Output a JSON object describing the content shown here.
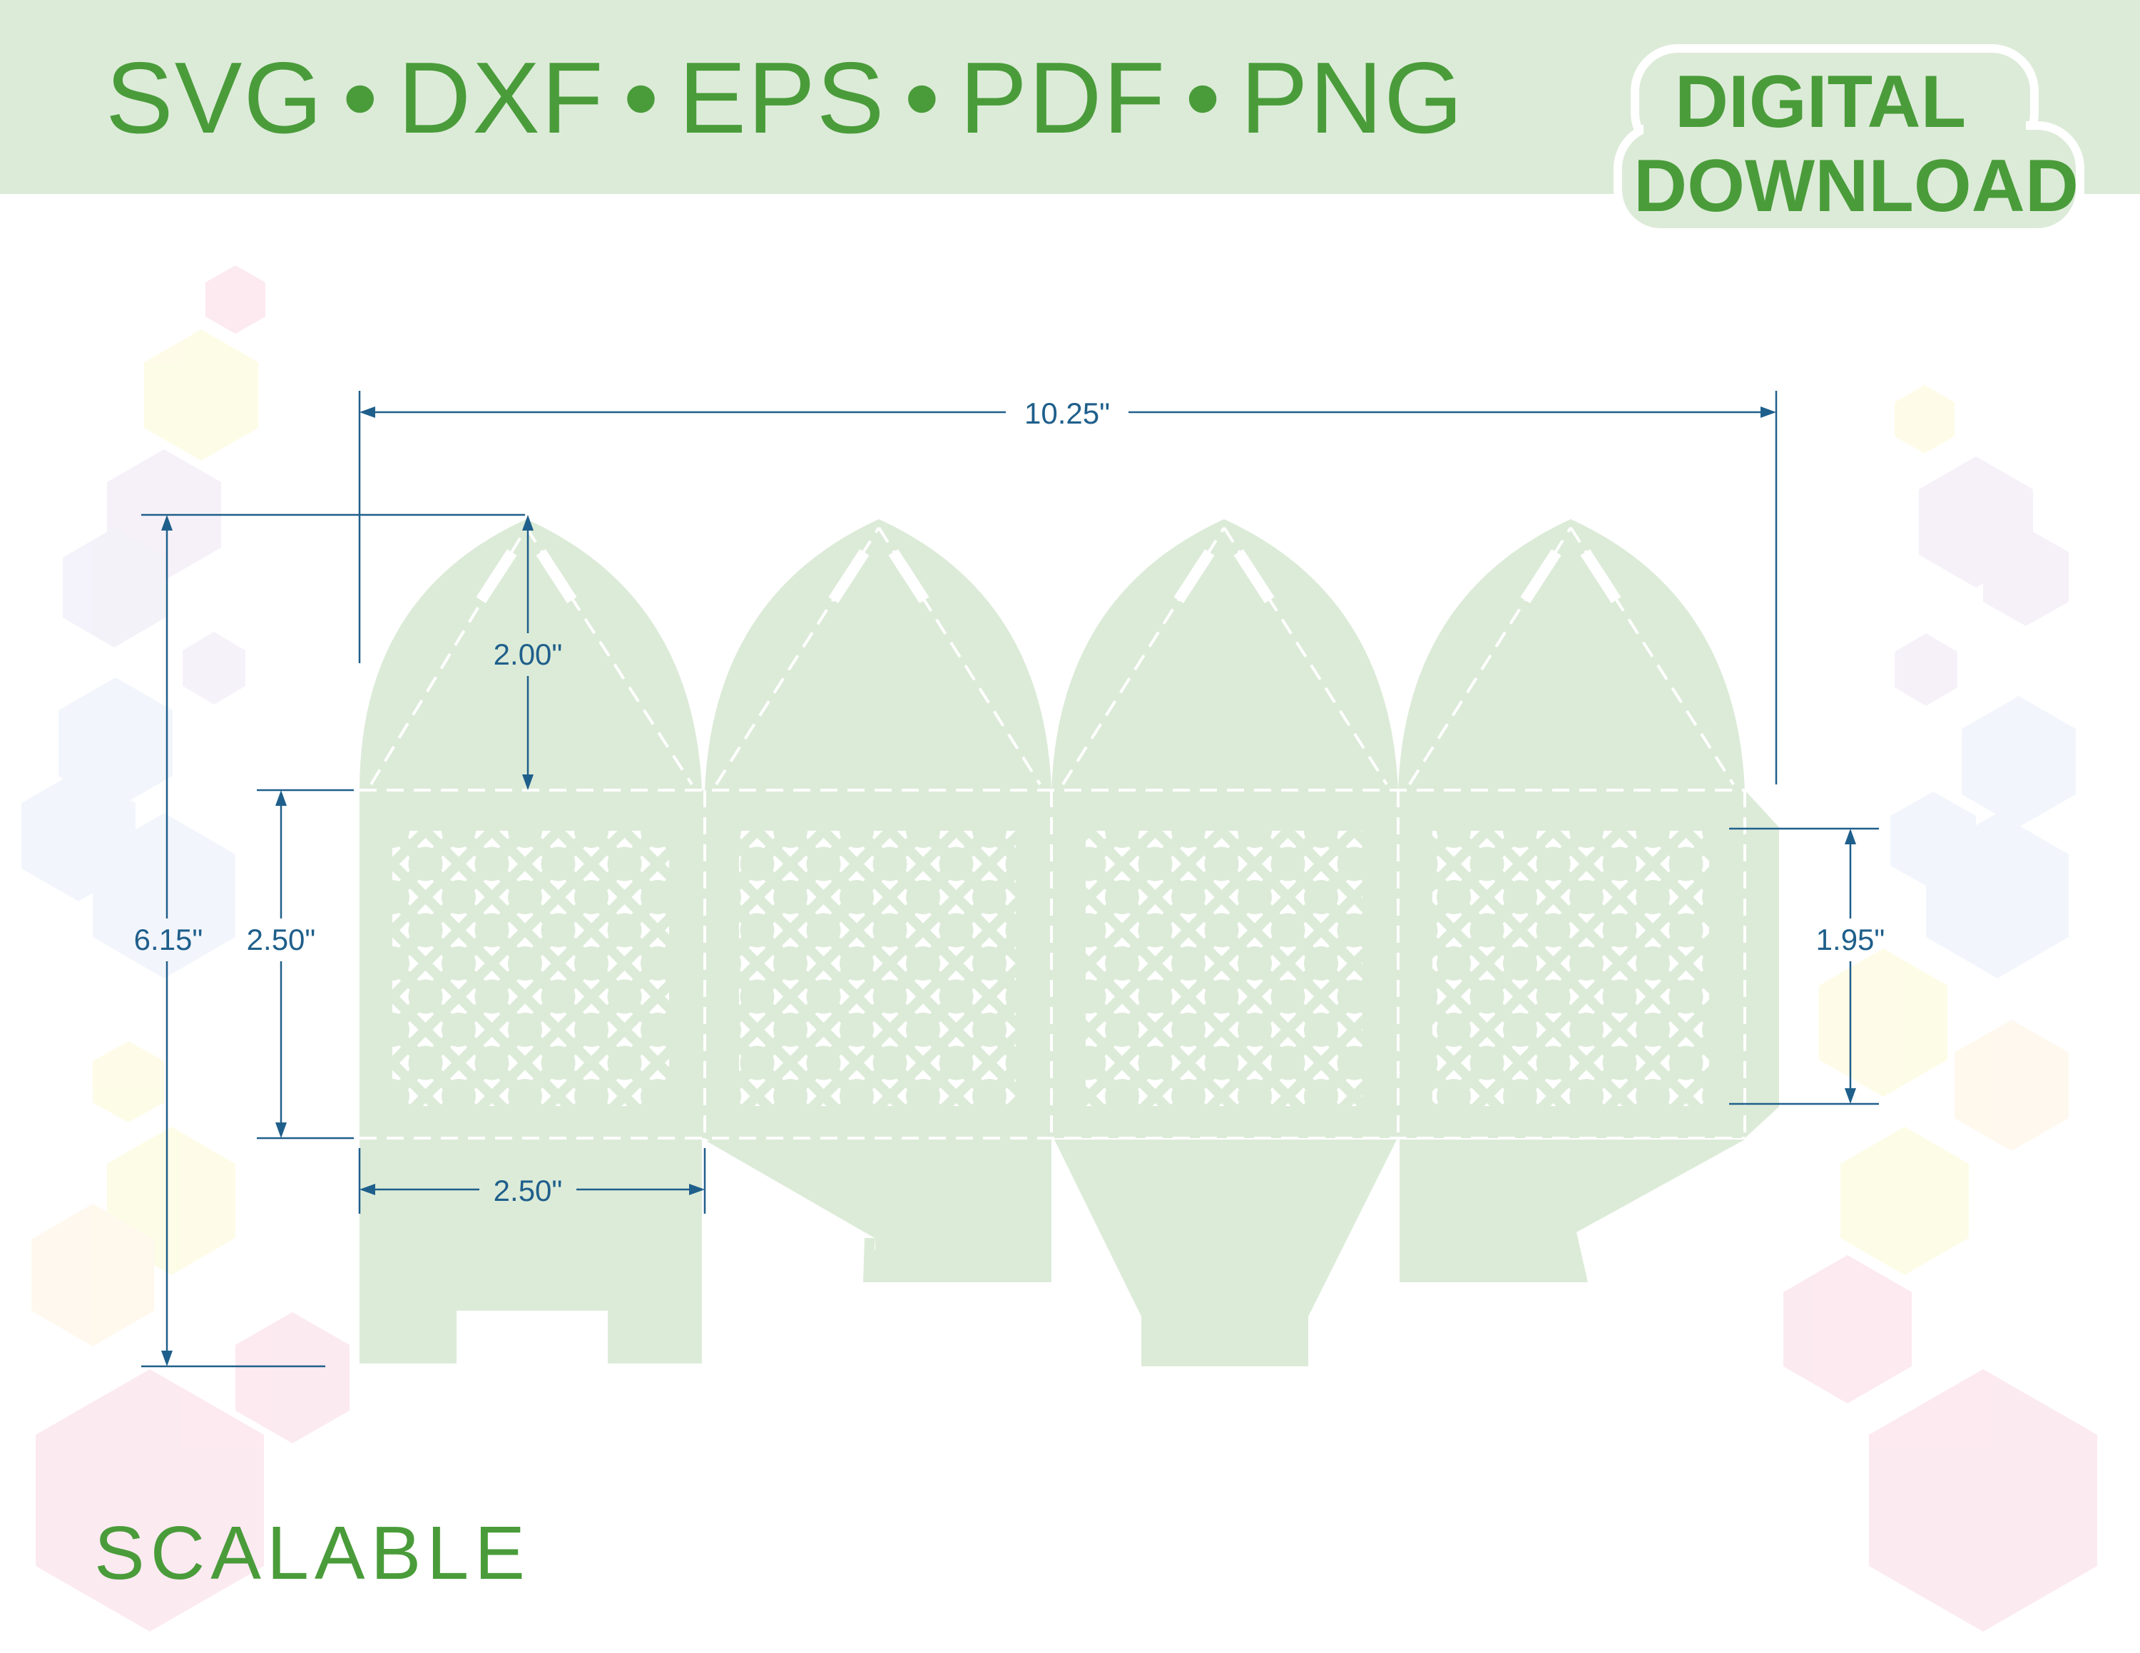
{
  "header": {
    "formats": [
      "SVG",
      "DXF",
      "EPS",
      "PDF",
      "PNG"
    ],
    "separator": "•"
  },
  "badge": {
    "line1": "DIGITAL",
    "line2": "DOWNLOAD"
  },
  "footer": {
    "label": "SCALABLE"
  },
  "dimensions": {
    "total_width": "10.25\"",
    "total_height": "6.15\"",
    "lid_height": "2.00\"",
    "panel_height": "2.50\"",
    "panel_width": "2.50\"",
    "window_height": "1.95\""
  },
  "colors": {
    "brand_green": "#4a9c3a",
    "header_band": "#dcebd8",
    "template_fill": "#dcebd8",
    "dimension_blue": "#1f5f8b",
    "background_hexagons": [
      "#fbe3ec",
      "#fdfbe0",
      "#f3edf8",
      "#eef3fb",
      "#fff6e8"
    ]
  },
  "template": {
    "panel_count": 4,
    "lattice_pattern": "octagon-and-circle",
    "fold_lines": "dashed-white"
  }
}
